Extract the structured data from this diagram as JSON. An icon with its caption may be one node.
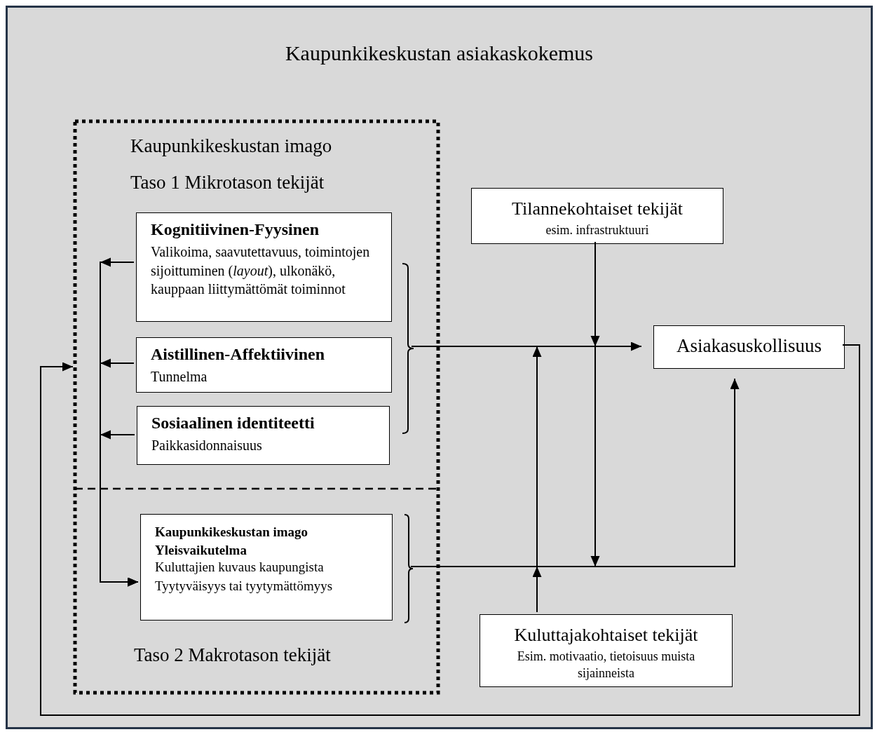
{
  "diagram": {
    "nodes": [
      {
        "text": [
          "Kaupunkikeskustan asiakaskokemus"
        ]
      },
      {
        "text": [
          "Kaupunkikeskustan imago"
        ],
        "in": 0
      },
      {
        "text": [
          "Taso 1 Mikrotason tekijät"
        ],
        "in": 1
      },
      {
        "text": [
          "Kognitiivinen-Fyysinen",
          "Valikoima, saavutettavuus, toimintojen sijoittuminen (*layout*), ulkonäkö, kauppaan liittymättömät toiminnot"
        ],
        "in": 2
      },
      {
        "text": [
          "Aistillinen-Affektiivinen",
          "Tunnelma"
        ],
        "in": 2
      },
      {
        "text": [
          "Sosiaalinen identiteetti",
          "Paikkasidonnaisuus"
        ],
        "in": 2
      },
      {
        "text": [],
        "shape": "bracket",
        "in": 2
      },
      {
        "text": [
          "Taso 2 Makrotason tekijät"
        ],
        "in": 1
      },
      {
        "text": [
          "Kaupunkikeskustan imago Yleisvaikutelma",
          "Kuluttajien kuvaus kaupungista",
          "Tyytyväisyys tai tyytymättömyys"
        ],
        "in": 7
      },
      {
        "text": [],
        "shape": "bracket",
        "in": 7
      },
      {
        "text": [
          "Tilannekohtaiset tekijät",
          "esim. infrastruktuuri"
        ],
        "in": 0
      },
      {
        "text": [
          "Asiakasuskollisuus"
        ],
        "in": 0
      },
      {
        "text": [
          "Kuluttajakohtaiset tekijät",
          "Esim. motivaatio, tietoisuus muista sijainneista"
        ],
        "in": 0
      }
    ],
    "edges": [
      {
        "from": 3,
        "to": 8,
        "arrow": "to"
      },
      {
        "from": 4,
        "to": 8,
        "arrow": "to"
      },
      {
        "from": 5,
        "to": 8,
        "arrow": "to"
      },
      {
        "from": 6,
        "to": 11,
        "arrow": "to"
      },
      {
        "from": 9,
        "to": 11,
        "arrow": "to"
      },
      {
        "from": 10,
        "to": null,
        "arrow": "to"
      },
      {
        "from": 10,
        "to": null,
        "arrow": "to"
      },
      {
        "from": 12,
        "to": null,
        "arrow": "to"
      },
      {
        "from": 12,
        "to": null,
        "arrow": "to"
      },
      {
        "from": 11,
        "to": 1,
        "arrow": "to"
      }
    ]
  }
}
